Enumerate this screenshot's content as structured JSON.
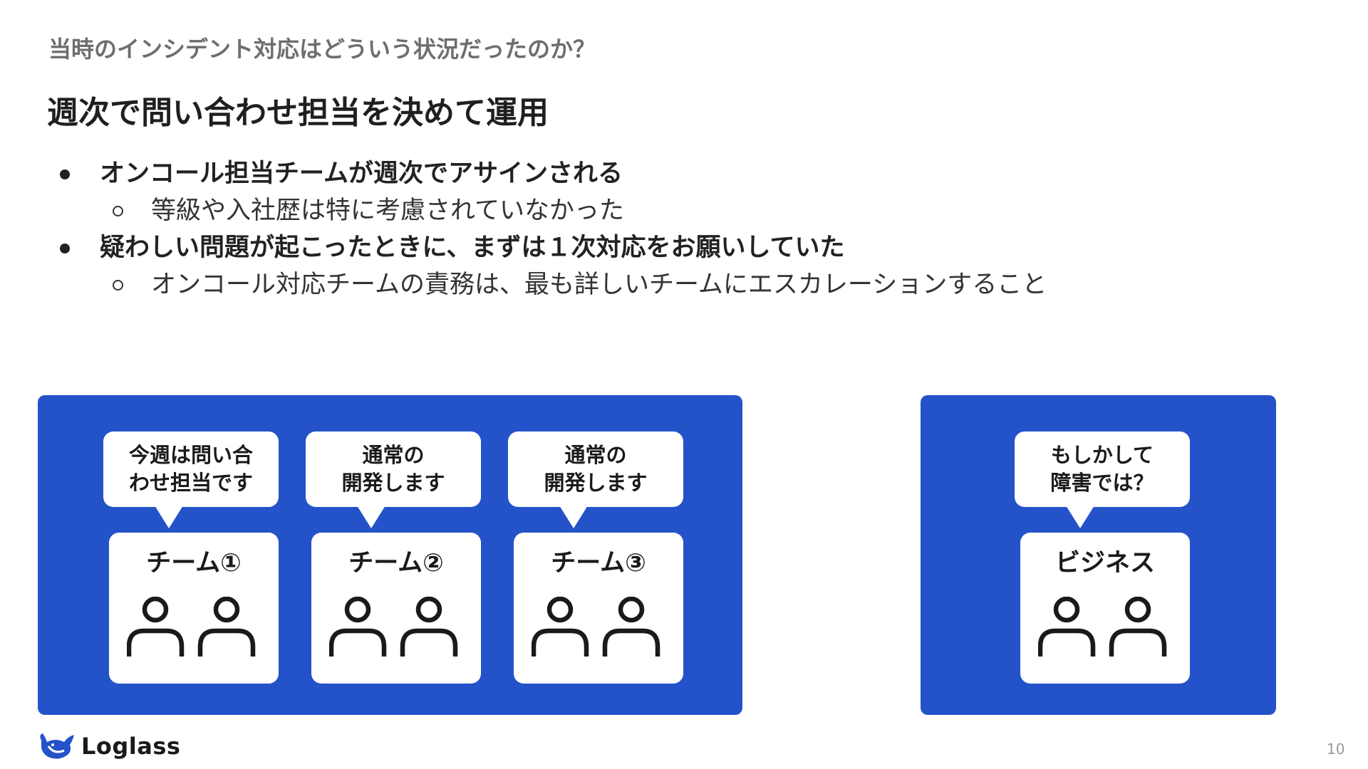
{
  "slide": {
    "kicker": "当時のインシデント対応はどういう状況だったのか？",
    "title": "週次で問い合わせ担当を決めて運用",
    "bullets": [
      {
        "text": "オンコール担当チームが週次でアサインされる",
        "sub": "等級や入社歴は特に考慮されていなかった"
      },
      {
        "text": "疑わしい問題が起こったときに、まずは１次対応をお願いしていた",
        "sub": "オンコール対応チームの責務は、最も詳しいチームにエスカレーションすること"
      }
    ],
    "teams": [
      {
        "bubble": "今週は問い合\nわせ担当です",
        "name": "チーム①"
      },
      {
        "bubble": "通常の\n開発します",
        "name": "チーム②"
      },
      {
        "bubble": "通常の\n開発します",
        "name": "チーム③"
      }
    ],
    "business": {
      "bubble": "もしかして\n障害では？",
      "name": "ビジネス"
    },
    "logo_text": "Loglass",
    "page_number": "10",
    "colors": {
      "panel": "#2453c9",
      "card": "#ffffff",
      "text": "#1a1a1a",
      "kicker": "#6e6e6e"
    },
    "icons": [
      "person-icon",
      "whale-logo-icon"
    ]
  }
}
